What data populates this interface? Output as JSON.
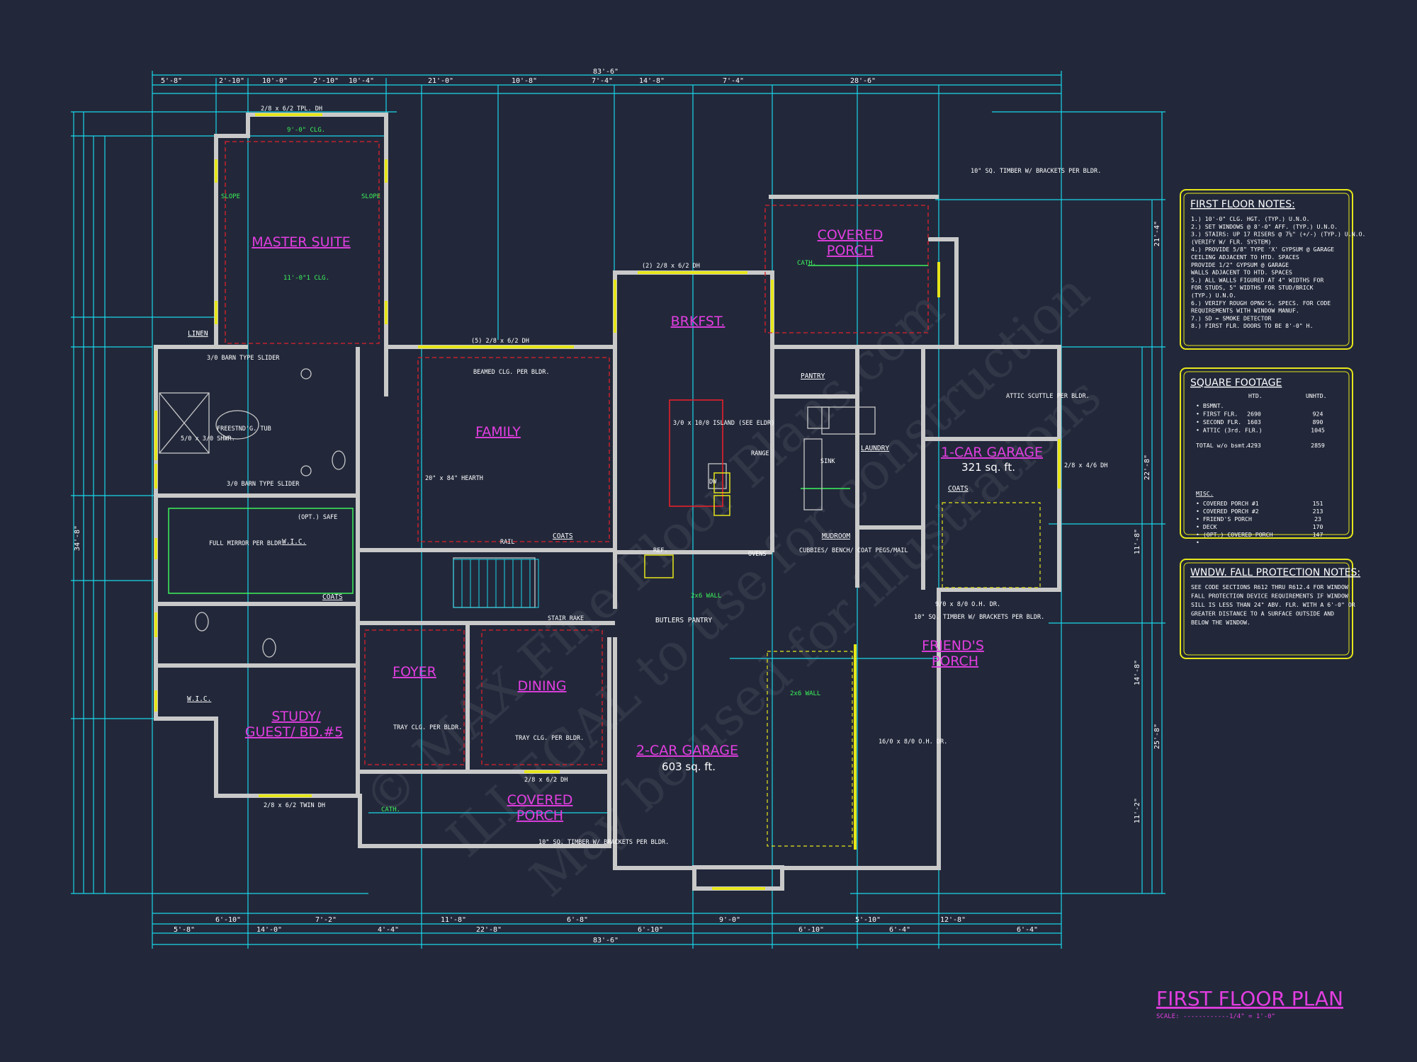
{
  "drawing": {
    "title": "FIRST FLOOR PLAN",
    "scale": "SCALE: ------------1/4\" = 1'-0\"",
    "watermark_lines": [
      "© MAX Fine Floor Plans.com",
      "ILLEGAL to use for construction",
      "May be used for illustrations"
    ]
  },
  "colors": {
    "background": "#22283a",
    "dimension": "#19d6e8",
    "wall": "#c9c9c9",
    "room_label": "#e23ee0",
    "window": "#e6e61a",
    "note_box": "#e6e61a",
    "dashed_red": "#e0202a",
    "green_note": "#3cf25a"
  },
  "rooms": {
    "master_suite": "MASTER SUITE",
    "family": "FAMILY",
    "brkfst": "BRKFST.",
    "covered_porch_rear_1": "COVERED",
    "covered_porch_rear_2": "PORCH",
    "garage1_1": "1-CAR GARAGE",
    "garage1_area": "321 sq. ft.",
    "foyer": "FOYER",
    "dining": "DINING",
    "study_1": "STUDY/",
    "study_2": "GUEST/ BD.#5",
    "garage2_1": "2-CAR GARAGE",
    "garage2_area": "603 sq. ft.",
    "covered_porch_front_1": "COVERED",
    "covered_porch_front_2": "PORCH",
    "friends_porch_1": "FRIEND'S",
    "friends_porch_2": "PORCH"
  },
  "labels": {
    "linen": "LINEN",
    "pantry": "PANTRY",
    "laundry": "LAUNDRY",
    "mudroom": "MUDROOM",
    "coats1": "COATS",
    "coats2": "COATS",
    "coats3": "COATS",
    "wic1": "W.I.C.",
    "wic2": "W.I.C.",
    "butlers": "BUTLERS PANTRY",
    "range": "RANGE",
    "sink": "SINK",
    "ovens": "OVENS",
    "ref": "REF.",
    "dw": "DW",
    "island": "3/0 x 10/0 ISLAND (SEE ELDR)",
    "beamed": "BEAMED CLG. PER BLDR.",
    "hearth": "20\" x 84\" HEARTH",
    "tub": "FREESTND'G. TUB",
    "barn1": "3/0 BARN TYPE SLIDER",
    "barn2": "3/0 BARN TYPE SLIDER",
    "shwr": "5/0 x 3/0 SHWR.",
    "mirror": "FULL MIRROR PER BLDR.",
    "safe": "(OPT.) SAFE",
    "attic": "ATTIC SCUTTLE PER BLDR.",
    "cubbies": "CUBBIES/ BENCH/ COAT PEGS/MAIL",
    "tray1": "TRAY CLG. PER BLDR.",
    "tray2": "TRAY CLG. PER BLDR.",
    "stair_rake": "STAIR RAKE",
    "rail": "RAIL",
    "master_clg": "11'-0\"1 CLG.",
    "timber1": "10\" SQ. TIMBER W/ BRACKETS PER BLDR.",
    "timber2": "10\" SQ. TIMBER W/ BRACKETS PER BLDR.",
    "timber3": "10\" SQ. TIMBER W/ BRACKETS PER BLDR.",
    "ohdr1": "9/0 x 8/0 O.H. DR.",
    "ohdr2": "16/0 x 8/0 O.H. DR.",
    "wall2x6_1": "2x6 WALL",
    "wall2x6_2": "2x6 WALL",
    "window_tpl": "2/8 x 6/2 TPL. DH",
    "window_brk": "(2) 2/8 x 6/2 DH",
    "window_fam": "(5) 2/8 x 6/2 DH",
    "window_study": "2/8 x 6/2 TWIN DH",
    "window_front": "2/8 x 6/2 DH",
    "window_garage": "2/8 x 4/6 DH",
    "cath1": "CATH.",
    "cath2": "CATH.",
    "slope1": "SLOPE",
    "slope2": "SLOPE",
    "clg_green": "9'-0\" CLG."
  },
  "dimensions": {
    "overall_top": "83'-6\"",
    "overall_bottom": "83'-6\"",
    "overall_left": "34'-8\"",
    "top_segments": [
      "5'-8\"",
      "2'-10\"",
      "10'-0\"",
      "2'-10\"",
      "10'-4\"",
      "21'-0\"",
      "10'-8\"",
      "7'-4\"",
      "14'-8\"",
      "7'-4\"",
      "28'-6\""
    ],
    "bottom_segments": [
      "5'-8\"",
      "6'-10\"",
      "14'-0\"",
      "7'-2\"",
      "4'-4\"",
      "11'-8\"",
      "22'-8\"",
      "6'-8\"",
      "6'-10\"",
      "9'-0\"",
      "6'-10\"",
      "5'-10\"",
      "6'-4\"",
      "12'-8\"",
      "6'-4\""
    ],
    "right_segments": [
      "21'-4\"",
      "22'-8\"",
      "11'-8\"",
      "25'-8\"",
      "14'-8\"",
      "11'-2\""
    ]
  },
  "notes_first_floor": {
    "title": "FIRST FLOOR NOTES:",
    "lines": [
      "1.) 10'-0\" CLG. HGT. (TYP.) U.N.O.",
      "2.) SET WINDOWS @ 8'-0\" AFF. (TYP.) U.N.O.",
      "3.) STAIRS: UP 17 RISERS @ 7⅝\" (+/-) (TYP.) U.N.O.",
      "    (VERIFY W/ FLR. SYSTEM)",
      "4.) PROVIDE 5/8\" TYPE 'X' GYPSUM @ GARAGE",
      "    CEILING ADJACENT TO HTD. SPACES",
      "    PROVIDE 1/2\" GYPSUM @ GARAGE",
      "    WALLS ADJACENT TO HTD. SPACES",
      "5.) ALL WALLS FIGURED AT 4\" WIDTHS FOR",
      "    FOR STUDS, 5\" WIDTHS FOR STUD/BRICK",
      "    (TYP.) U.N.O.",
      "6.) VERIFY ROUGH OPNG'S. SPECS. FOR CODE",
      "    REQUIREMENTS WITH WINDOW MANUF.",
      "7.) SD = SMOKE DETECTOR",
      "8.) FIRST FLR. DOORS TO BE 8'-0\" H."
    ]
  },
  "square_footage": {
    "title": "SQUARE FOOTAGE",
    "col_htd": "HTD.",
    "col_unhtd": "UNHTD.",
    "rows": [
      {
        "label": "• BSMNT.",
        "htd": "",
        "unhtd": ""
      },
      {
        "label": "• FIRST FLR.",
        "htd": "2690",
        "unhtd": "924"
      },
      {
        "label": "• SECOND FLR.",
        "htd": "1603",
        "unhtd": "890"
      },
      {
        "label": "• ATTIC (3rd. FLR.)",
        "htd": "",
        "unhtd": "1045"
      },
      {
        "label": "TOTAL w/o bsmt.",
        "htd": "4293",
        "unhtd": "2859"
      }
    ],
    "misc_title": "MISC.",
    "misc": [
      {
        "label": "• COVERED PORCH #1",
        "val": "151"
      },
      {
        "label": "• COVERED PORCH #2",
        "val": "213"
      },
      {
        "label": "• FRIEND'S PORCH",
        "val": "23"
      },
      {
        "label": "• DECK",
        "val": "170"
      },
      {
        "label": "• (OPT.) COVERED PORCH",
        "val": "147"
      },
      {
        "label": "•",
        "val": ""
      }
    ]
  },
  "window_notes": {
    "title": "WNDW. FALL PROTECTION NOTES:",
    "lines": [
      "SEE CODE SECTIONS R612 THRU R612.4 FOR WINDOW",
      "FALL PROTECTION DEVICE REQUIREMENTS IF WINDOW",
      "SILL IS LESS THAN 24\" ABV. FLR. WITH A 6'-0\" OR",
      "GREATER DISTANCE TO A SURFACE OUTSIDE AND",
      "BELOW THE WINDOW."
    ]
  }
}
